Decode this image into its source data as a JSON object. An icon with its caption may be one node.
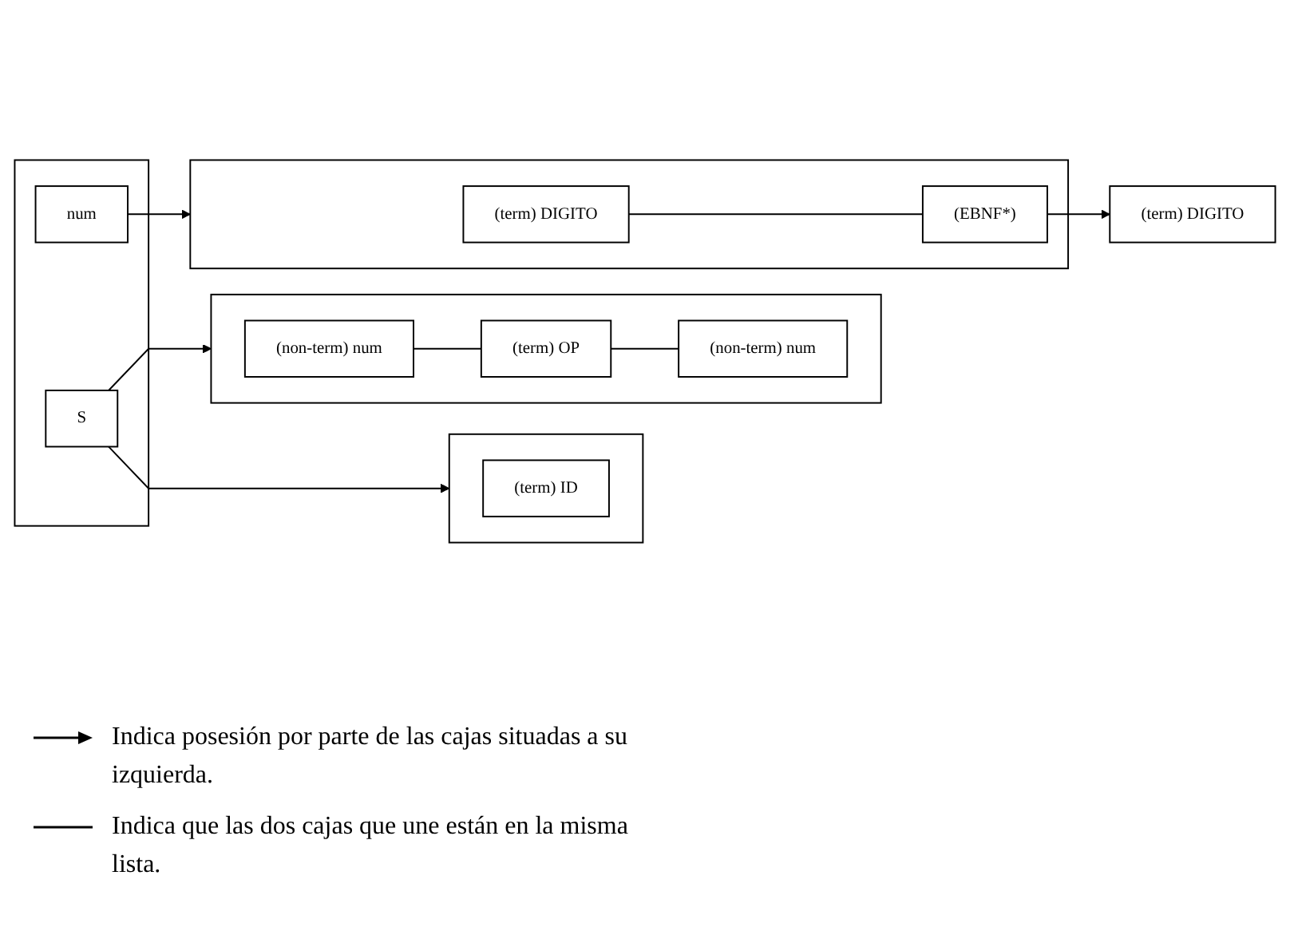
{
  "diagram": {
    "nodes": [
      {
        "text": [],
        "shape": "box"
      },
      {
        "text": [
          "S"
        ],
        "in": 0
      },
      {
        "text": [
          "num"
        ],
        "in": 0
      },
      {
        "text": [],
        "shape": "box"
      },
      {
        "text": [
          "(term) ID"
        ],
        "in": 3
      },
      {
        "text": [],
        "shape": "box"
      },
      {
        "text": [
          "(non-term) num"
        ],
        "in": 5
      },
      {
        "text": [
          "(term) OP"
        ],
        "in": 5
      },
      {
        "text": [
          "(non-term) num"
        ],
        "in": 5
      },
      {
        "text": [],
        "shape": "box"
      },
      {
        "text": [
          "(term) DIGITO"
        ],
        "in": 9
      },
      {
        "text": [
          "(EBNF*)"
        ],
        "in": 9
      },
      {
        "text": [
          "(term) DIGITO"
        ]
      }
    ],
    "edges": [
      {
        "from": 1,
        "to": 3,
        "arrow": "to"
      },
      {
        "from": 1,
        "to": 5,
        "arrow": "to"
      },
      {
        "from": 2,
        "to": 9,
        "arrow": "to"
      },
      {
        "from": 6,
        "to": 7,
        "arrow": "none"
      },
      {
        "from": 7,
        "to": 8,
        "arrow": "none"
      },
      {
        "from": 10,
        "to": 11,
        "arrow": "none"
      },
      {
        "from": 11,
        "to": 12,
        "arrow": "to"
      }
    ],
    "legend": [
      {
        "text": "Indica posesión por parte de las cajas situadas a su izquierda."
      },
      {
        "text": "Indica que las dos cajas que une están en la misma lista."
      }
    ]
  }
}
